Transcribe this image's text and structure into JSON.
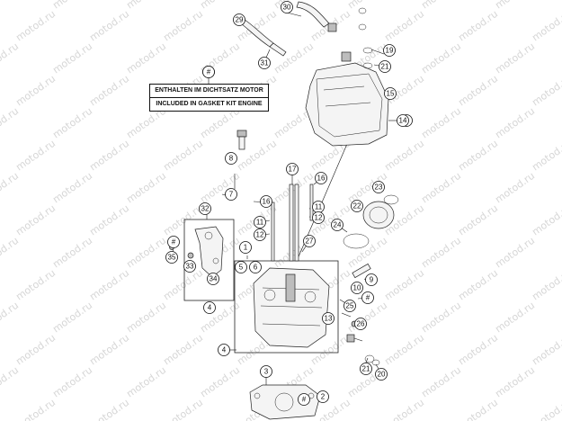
{
  "watermark": "motod.ru",
  "legend": {
    "marker": "#",
    "line_de": "ENTHALTEN IM DICHTSATZ MOTOR",
    "line_en": "INCLUDED IN GASKET KIT ENGINE"
  },
  "callouts": [
    "30",
    "29",
    "31",
    "19",
    "21",
    "15",
    "#",
    "14",
    "#",
    "8",
    "7",
    "17",
    "16",
    "16",
    "11",
    "12",
    "11",
    "12",
    "22",
    "23",
    "24",
    "32",
    "#",
    "1",
    "27",
    "35",
    "33",
    "34",
    "5",
    "6",
    "9",
    "4",
    "10",
    "#",
    "25",
    "4",
    "13",
    "26",
    "3",
    "2",
    "#",
    "21",
    "20"
  ]
}
